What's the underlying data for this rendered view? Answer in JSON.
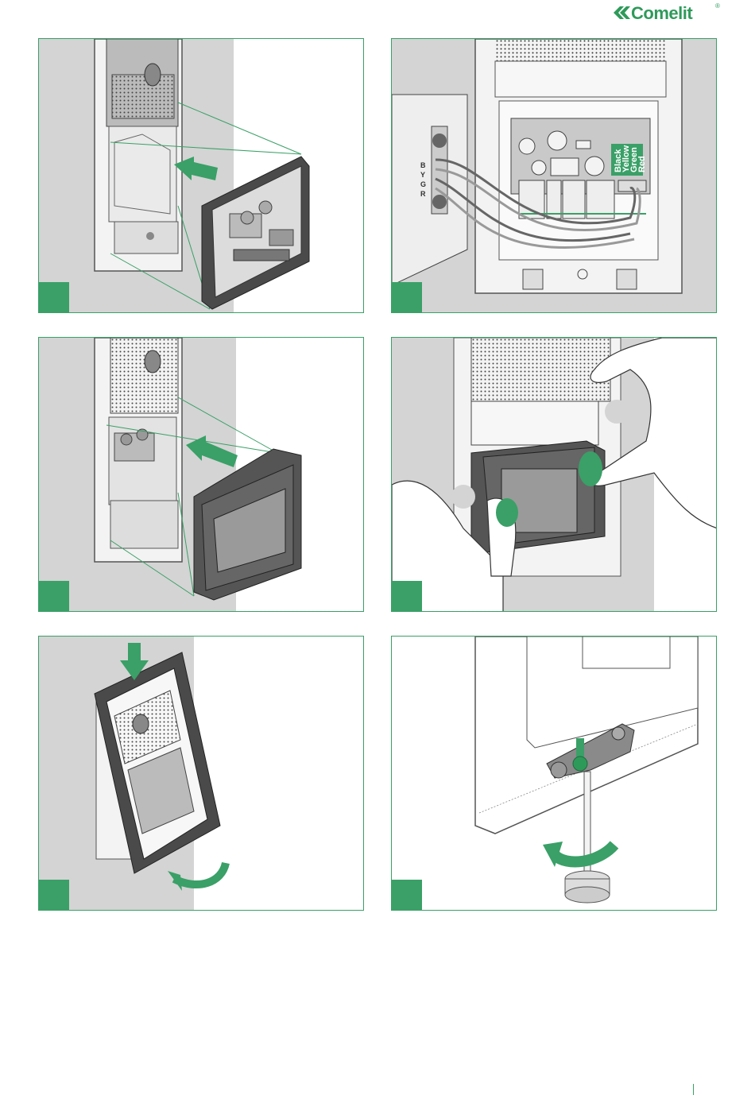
{
  "brand": {
    "name": "Comelit",
    "reg": "®",
    "color": "#2e9a5a"
  },
  "accent_color": "#3aa067",
  "panels": [
    {
      "step": ""
    },
    {
      "step": "",
      "wire_letters": [
        "B",
        "Y",
        "G",
        "R"
      ],
      "wire_colors": [
        "Black",
        "Yellow",
        "Green",
        "Red"
      ]
    },
    {
      "step": ""
    },
    {
      "step": ""
    },
    {
      "step": ""
    },
    {
      "step": ""
    }
  ]
}
